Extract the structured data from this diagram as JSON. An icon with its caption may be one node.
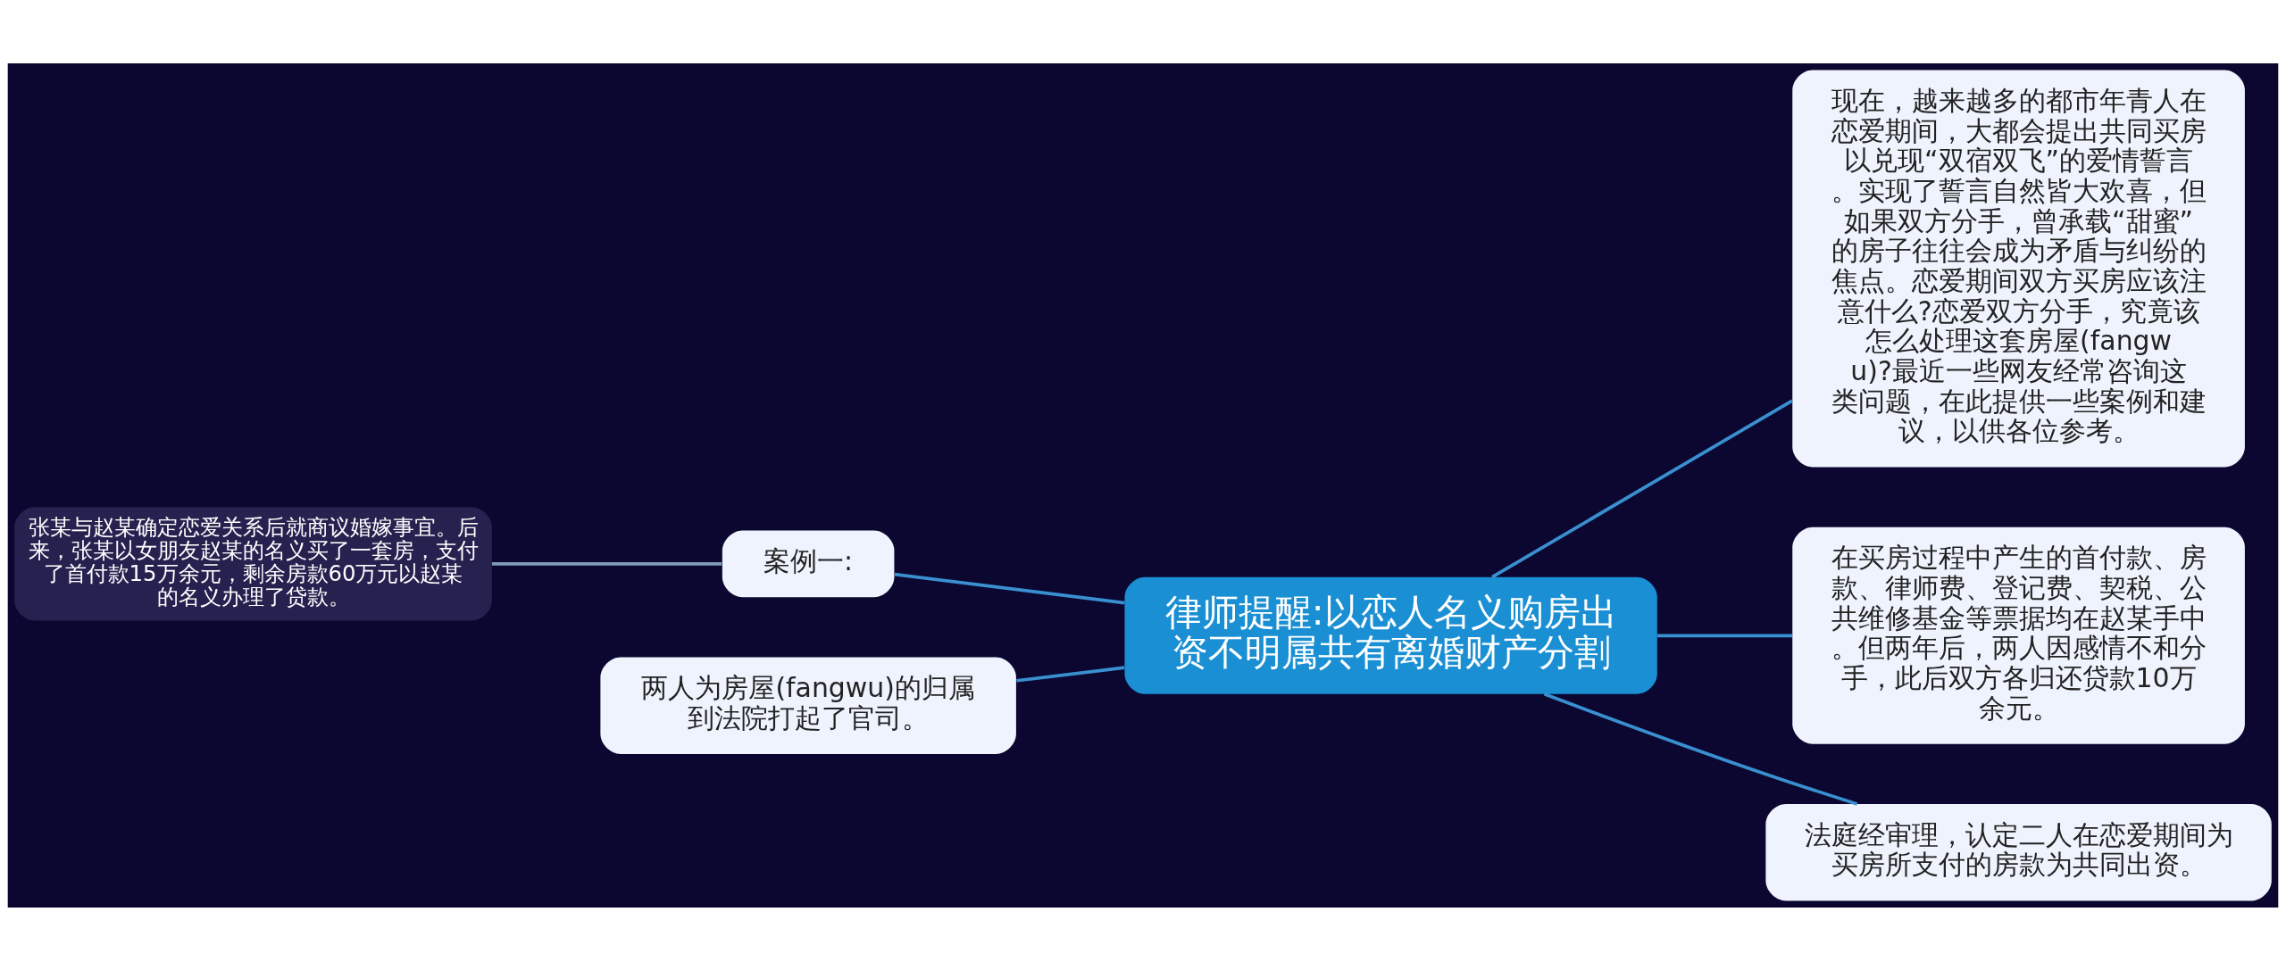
{
  "diagram": {
    "nodes": [
      {
        "text": [
          "律师提醒:以恋人名义购房出资不明属共有离婚财产分割"
        ]
      },
      {
        "text": [
          "现在，越来越多的都市年青人在恋爱期间，大都会提出共同买房以兑现“双宿双飞”的爱情誓言。实现了誓言自然皆大欢喜，但如果双方分手，曾承载“甜蜜”的房子往往会成为矛盾与纠纷的焦点。恋爱期间双方买房应该注意什么?恋爱双方分手，究竟该怎么处理这套房屋(fangwu)?最近一些网友经常咨询这类问题，在此提供一些案例和建议，以供各位参考。"
        ]
      },
      {
        "text": [
          "在买房过程中产生的首付款、房款、律师费、登记费、契税、公共维修基金等票据均在赵某手中。但两年后，两人因感情不和分手，此后双方各归还贷款10万余元。"
        ]
      },
      {
        "text": [
          "法庭经审理，认定二人在恋爱期间为买房所支付的房款为共同出资。"
        ]
      },
      {
        "text": [
          "案例一:"
        ]
      },
      {
        "text": [
          "两人为房屋(fangwu)的归属到法院打起了官司。"
        ]
      },
      {
        "text": [
          "张某与赵某确定恋爱关系后就商议婚嫁事宜。后来，张某以女朋友赵某的名义买了一套房，支付了首付款15万余元，剩余房款60万元以赵某的名义办理了贷款。"
        ]
      }
    ],
    "edges": [
      {
        "from": 0,
        "to": 1,
        "arrow": "none"
      },
      {
        "from": 0,
        "to": 2,
        "arrow": "none"
      },
      {
        "from": 0,
        "to": 3,
        "arrow": "none"
      },
      {
        "from": 0,
        "to": 4,
        "arrow": "none"
      },
      {
        "from": 0,
        "to": 5,
        "arrow": "none"
      },
      {
        "from": 4,
        "to": 6,
        "arrow": "none",
        "color": "#7f9bb5"
      }
    ]
  }
}
